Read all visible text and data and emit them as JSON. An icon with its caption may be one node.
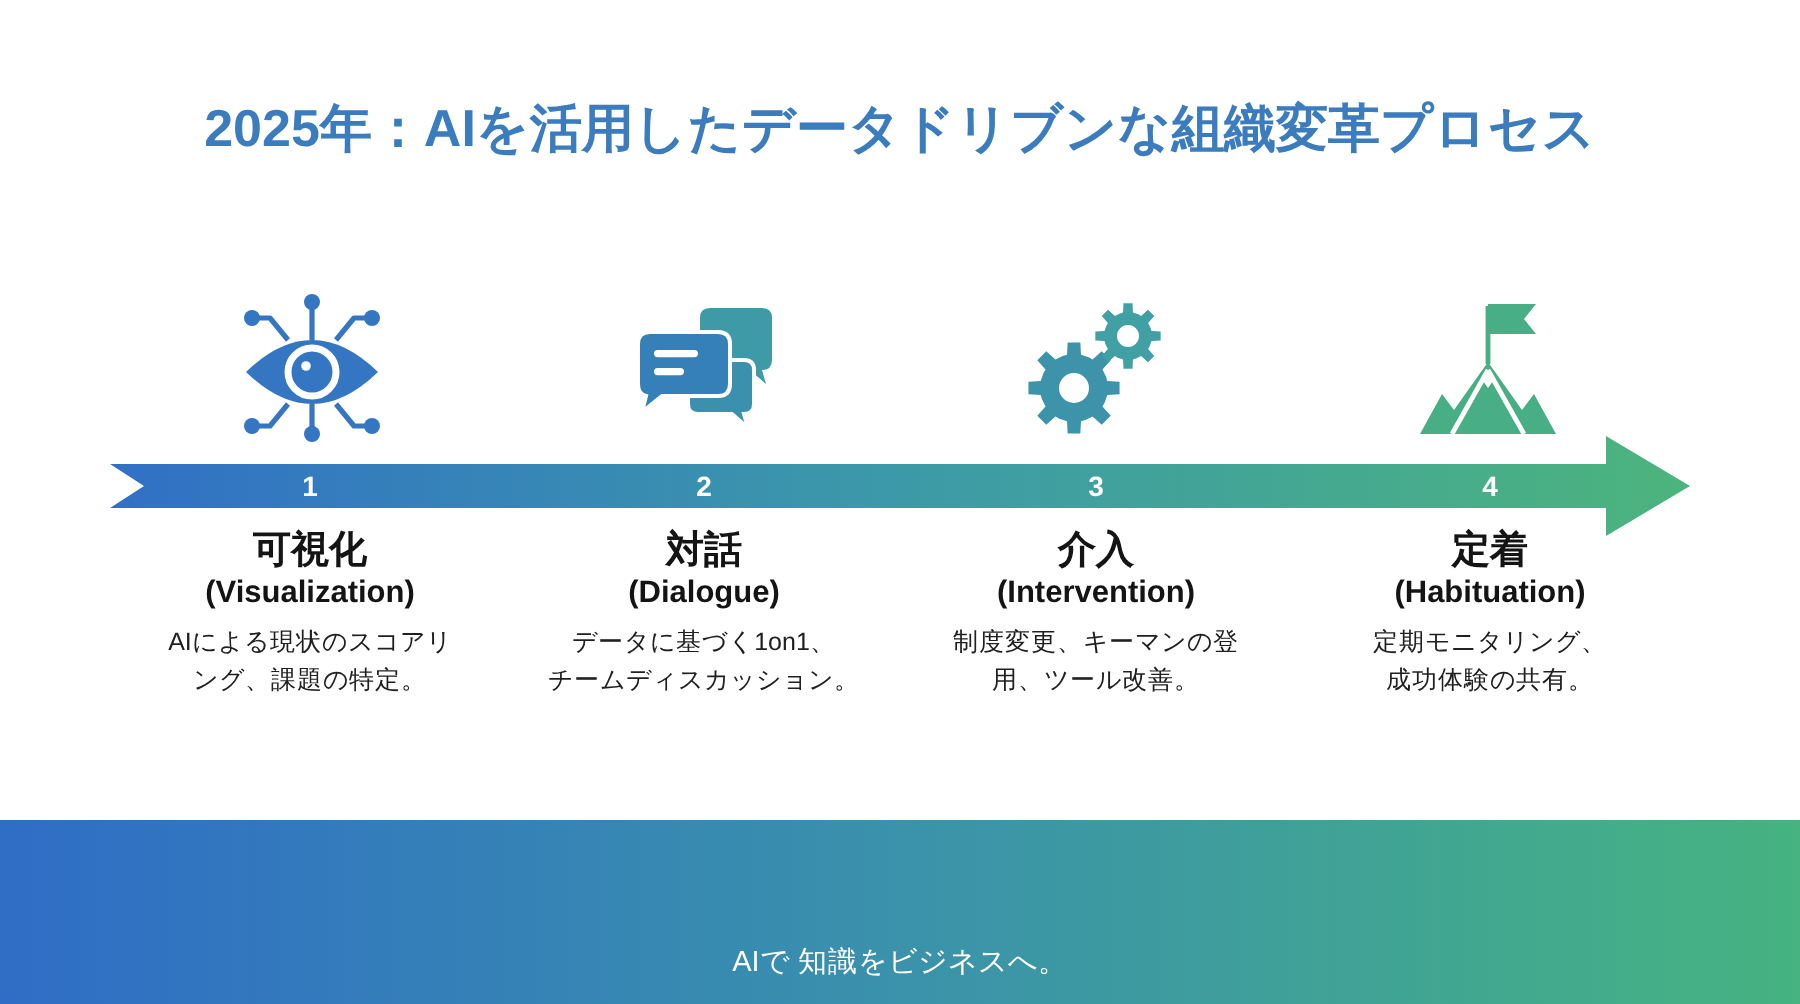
{
  "diagram": {
    "title": "2025年：AIを活用したデータドリブンな組織変革プロセス",
    "nodes": [
      {
        "text": [
          "1",
          "2",
          "3",
          "4"
        ]
      },
      {
        "text": [
          "AIで 知識をビジネスへ。"
        ]
      }
    ],
    "labels": [
      "可視化",
      "(Visualization)",
      "AIによる現状のスコアリング、課題の特定。",
      "対話",
      "(Dialogue)",
      "データに基づく1on1、チームディスカッション。",
      "介入",
      "(Intervention)",
      "制度変更、キーマンの登用、ツール改善。",
      "定着",
      "(Habituation)",
      "定期モニタリング、成功体験の共有。"
    ]
  }
}
